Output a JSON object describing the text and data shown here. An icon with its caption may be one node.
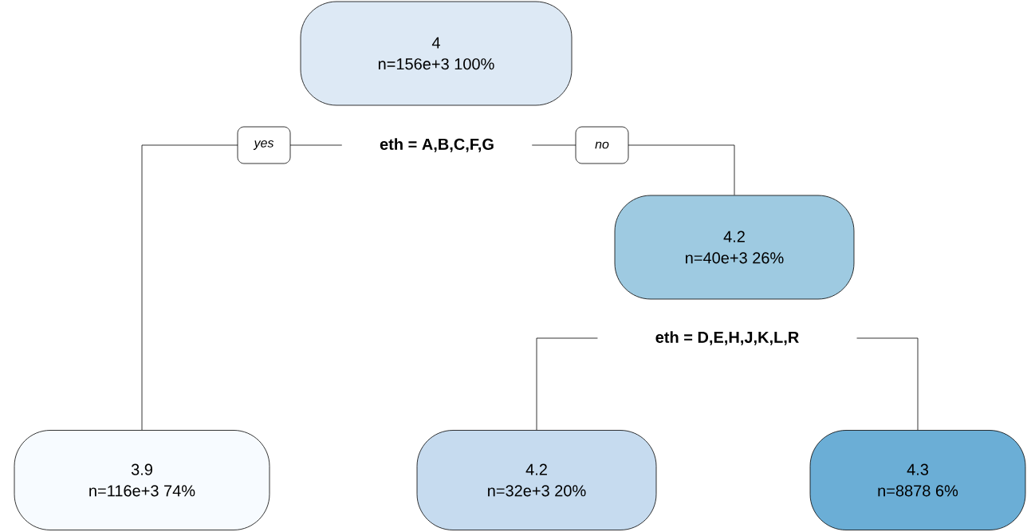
{
  "diagram": {
    "nodes": [
      {
        "text": [
          "4",
          "n=156e+3  100%"
        ]
      },
      {
        "text": [
          "eth = A,B,C,F,G"
        ]
      },
      {
        "text": [
          "4.2",
          "n=40e+3  26%"
        ]
      },
      {
        "text": [
          "eth = D,E,H,J,K,L,R"
        ]
      },
      {
        "text": [
          "3.9",
          "n=116e+3  74%"
        ]
      },
      {
        "text": [
          "4.2",
          "n=32e+3  20%"
        ]
      },
      {
        "text": [
          "4.3",
          "n=8878  6%"
        ]
      }
    ],
    "edges": [
      {
        "from": 1,
        "to": 4,
        "arrow": "none",
        "label": "yes"
      },
      {
        "from": 1,
        "to": 2,
        "arrow": "none",
        "label": "no"
      },
      {
        "from": 3,
        "to": 5,
        "arrow": "none"
      },
      {
        "from": 3,
        "to": 6,
        "arrow": "none"
      }
    ]
  }
}
